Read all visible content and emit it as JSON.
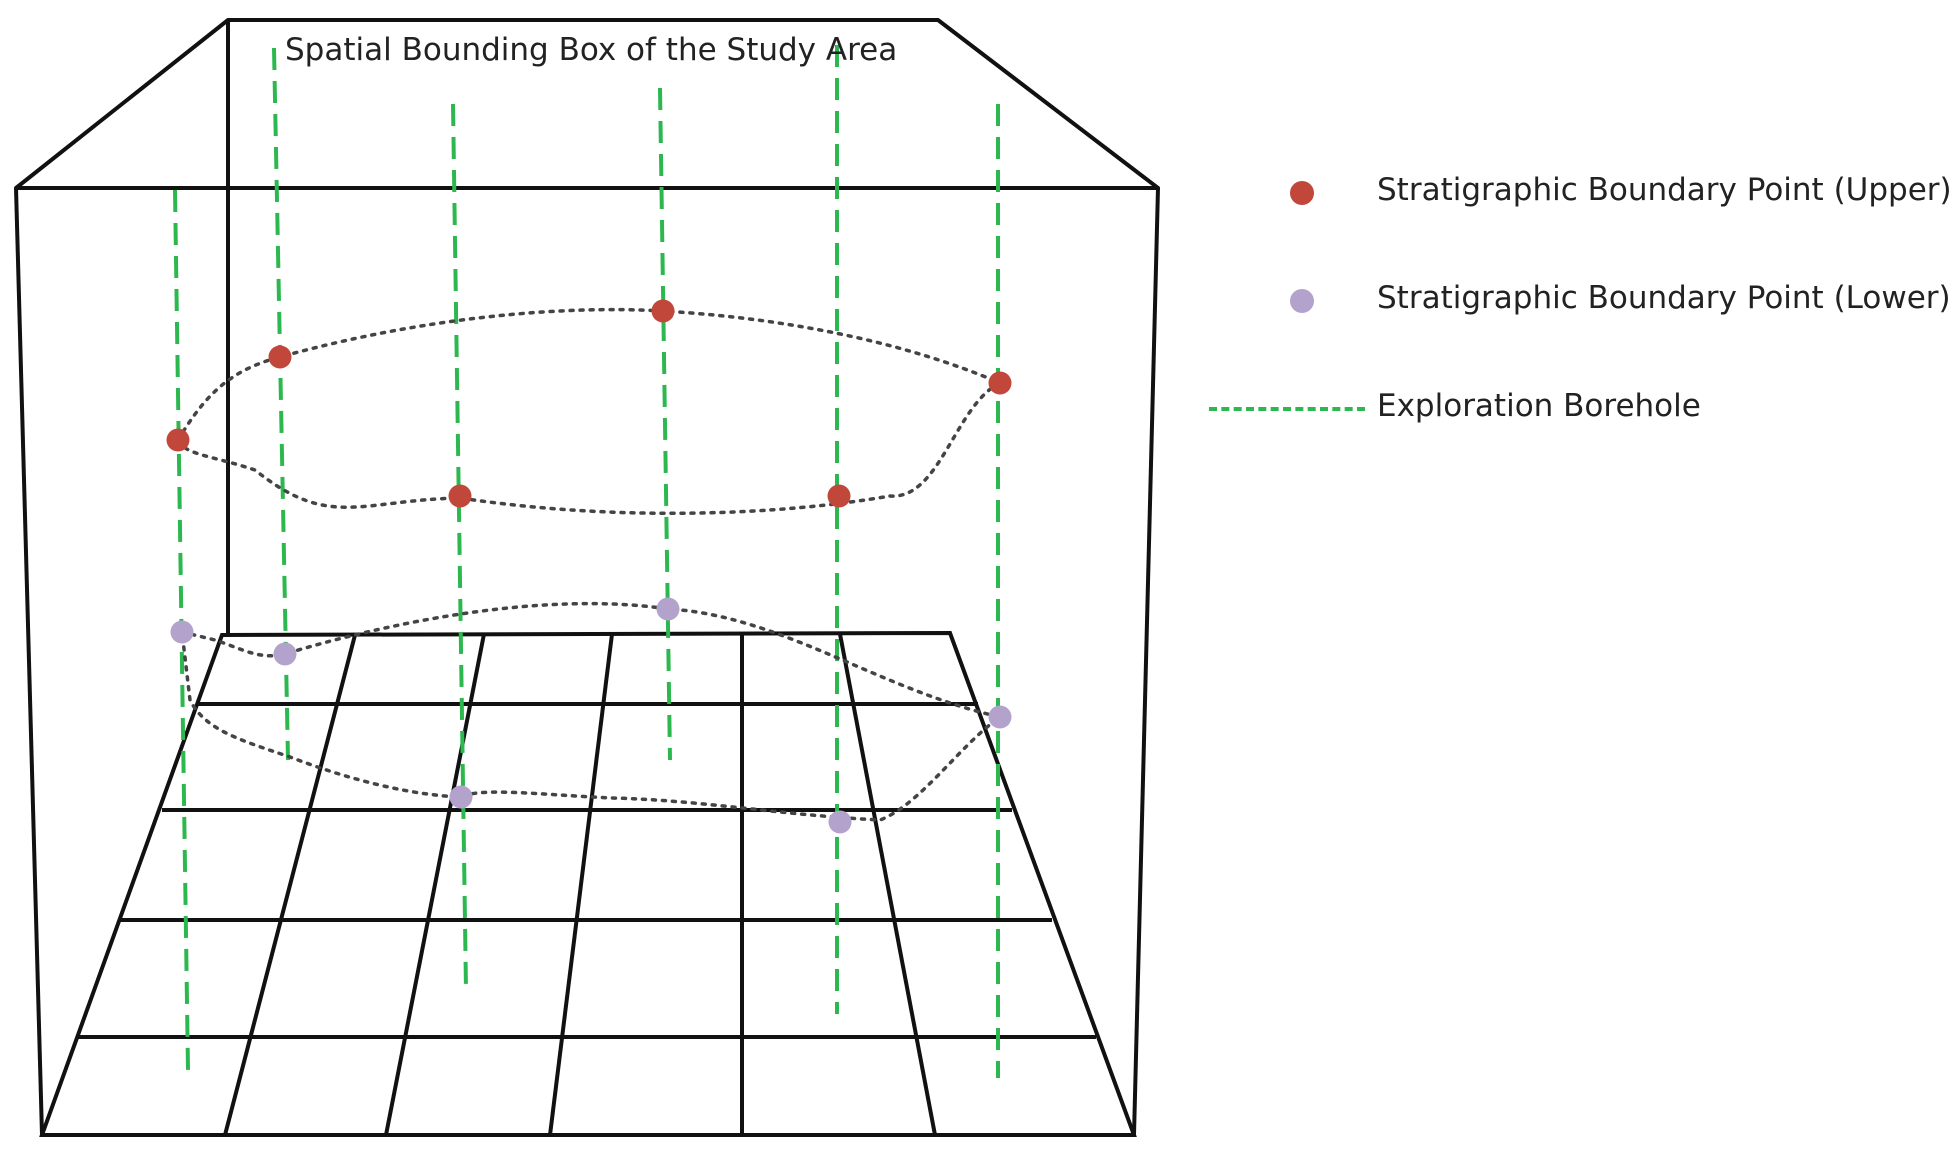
{
  "title": "Spatial Bounding Box of the Study Area",
  "colors": {
    "upper_point": "#c0473a",
    "lower_point": "#b3a2cc",
    "borehole": "#2db84f",
    "frame": "#111111",
    "boundary_curve": "#444444"
  },
  "legend": {
    "items": [
      {
        "label": "Stratigraphic Boundary Point (Upper)",
        "marker": "red-dot"
      },
      {
        "label": "Stratigraphic Boundary Point (Lower)",
        "marker": "purple-dot"
      },
      {
        "label": "Exploration Borehole",
        "marker": "green-dashed-line"
      }
    ]
  }
}
